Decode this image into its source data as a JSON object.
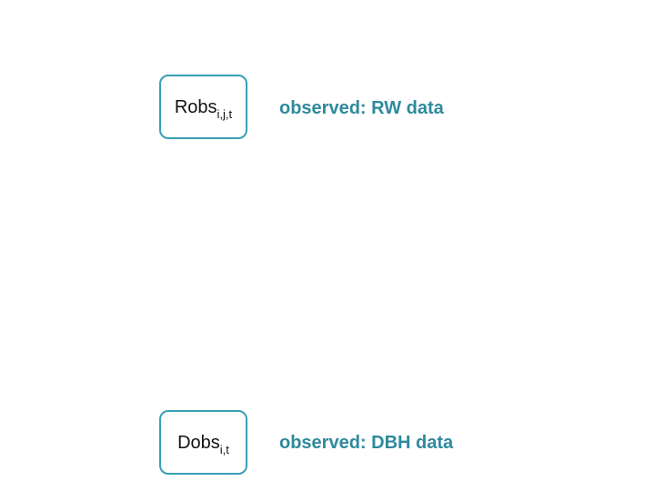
{
  "nodes": {
    "robs": {
      "base": "Robs",
      "subscript": "i,j,t"
    },
    "dobs": {
      "base": "Dobs",
      "subscript": "i,t"
    }
  },
  "annotations": {
    "rw": "observed: RW data",
    "dbh": "observed: DBH data"
  },
  "colors": {
    "node_border": "#3a9fb5",
    "annotation_text": "#2e8a9c",
    "node_text": "#111111",
    "background": "#ffffff"
  }
}
